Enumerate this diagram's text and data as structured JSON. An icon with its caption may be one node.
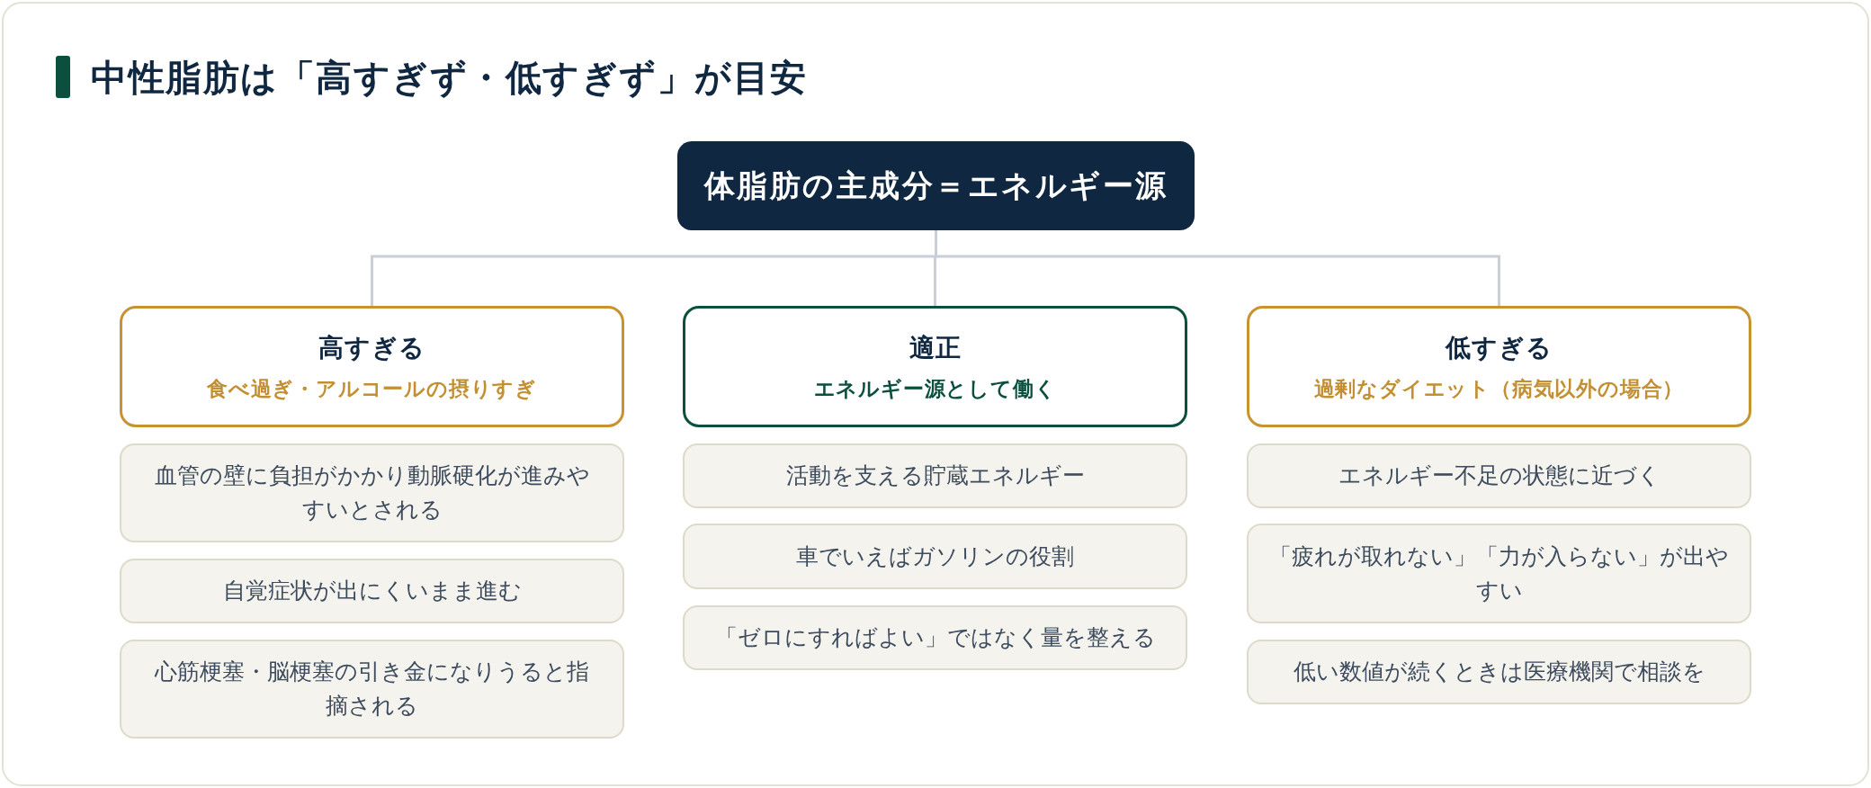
{
  "diagram": {
    "title": "中性脂肪は「高すぎず・低すぎず」が目安",
    "nodes": [
      {
        "text": [
          "体脂肪の主成分＝エネルギー源"
        ]
      },
      {
        "text": [
          "高すぎる",
          "食べ過ぎ・アルコールの摂りすぎ"
        ]
      },
      {
        "text": [
          "血管の壁に負担がかかり動脈硬化が進みやすいとされる"
        ]
      },
      {
        "text": [
          "自覚症状が出にくいまま進む"
        ]
      },
      {
        "text": [
          "心筋梗塞・脳梗塞の引き金になりうると指摘される"
        ]
      },
      {
        "text": [
          "適正",
          "エネルギー源として働く"
        ]
      },
      {
        "text": [
          "活動を支える貯蔵エネルギー"
        ]
      },
      {
        "text": [
          "車でいえばガソリンの役割"
        ]
      },
      {
        "text": [
          "「ゼロにすればよい」ではなく量を整える"
        ]
      },
      {
        "text": [
          "低すぎる",
          "過剰なダイエット（病気以外の場合）"
        ]
      },
      {
        "text": [
          "エネルギー不足の状態に近づく"
        ]
      },
      {
        "text": [
          "「疲れが取れない」「力が入らない」が出やすい"
        ]
      },
      {
        "text": [
          "低い数値が続くときは医療機関で相談を"
        ]
      }
    ],
    "edges": [
      {
        "from": 0,
        "to": 1,
        "arrow": "none"
      },
      {
        "from": 0,
        "to": 5,
        "arrow": "none"
      },
      {
        "from": 0,
        "to": 9,
        "arrow": "none"
      }
    ]
  }
}
